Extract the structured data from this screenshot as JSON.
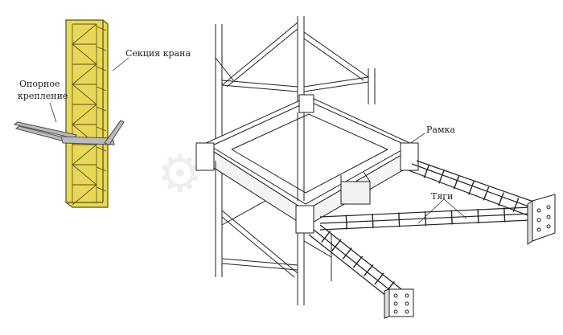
{
  "labels": {
    "crane_section": "Секция крана",
    "support_line1": "Опорное",
    "support_line2": "крепление",
    "frame": "Рамка",
    "rods": "Тяги"
  },
  "colors": {
    "mast_fill": "#e8d85a",
    "mast_stroke": "#5a5010",
    "line": "#222222",
    "watermark": "#eeeeee"
  }
}
